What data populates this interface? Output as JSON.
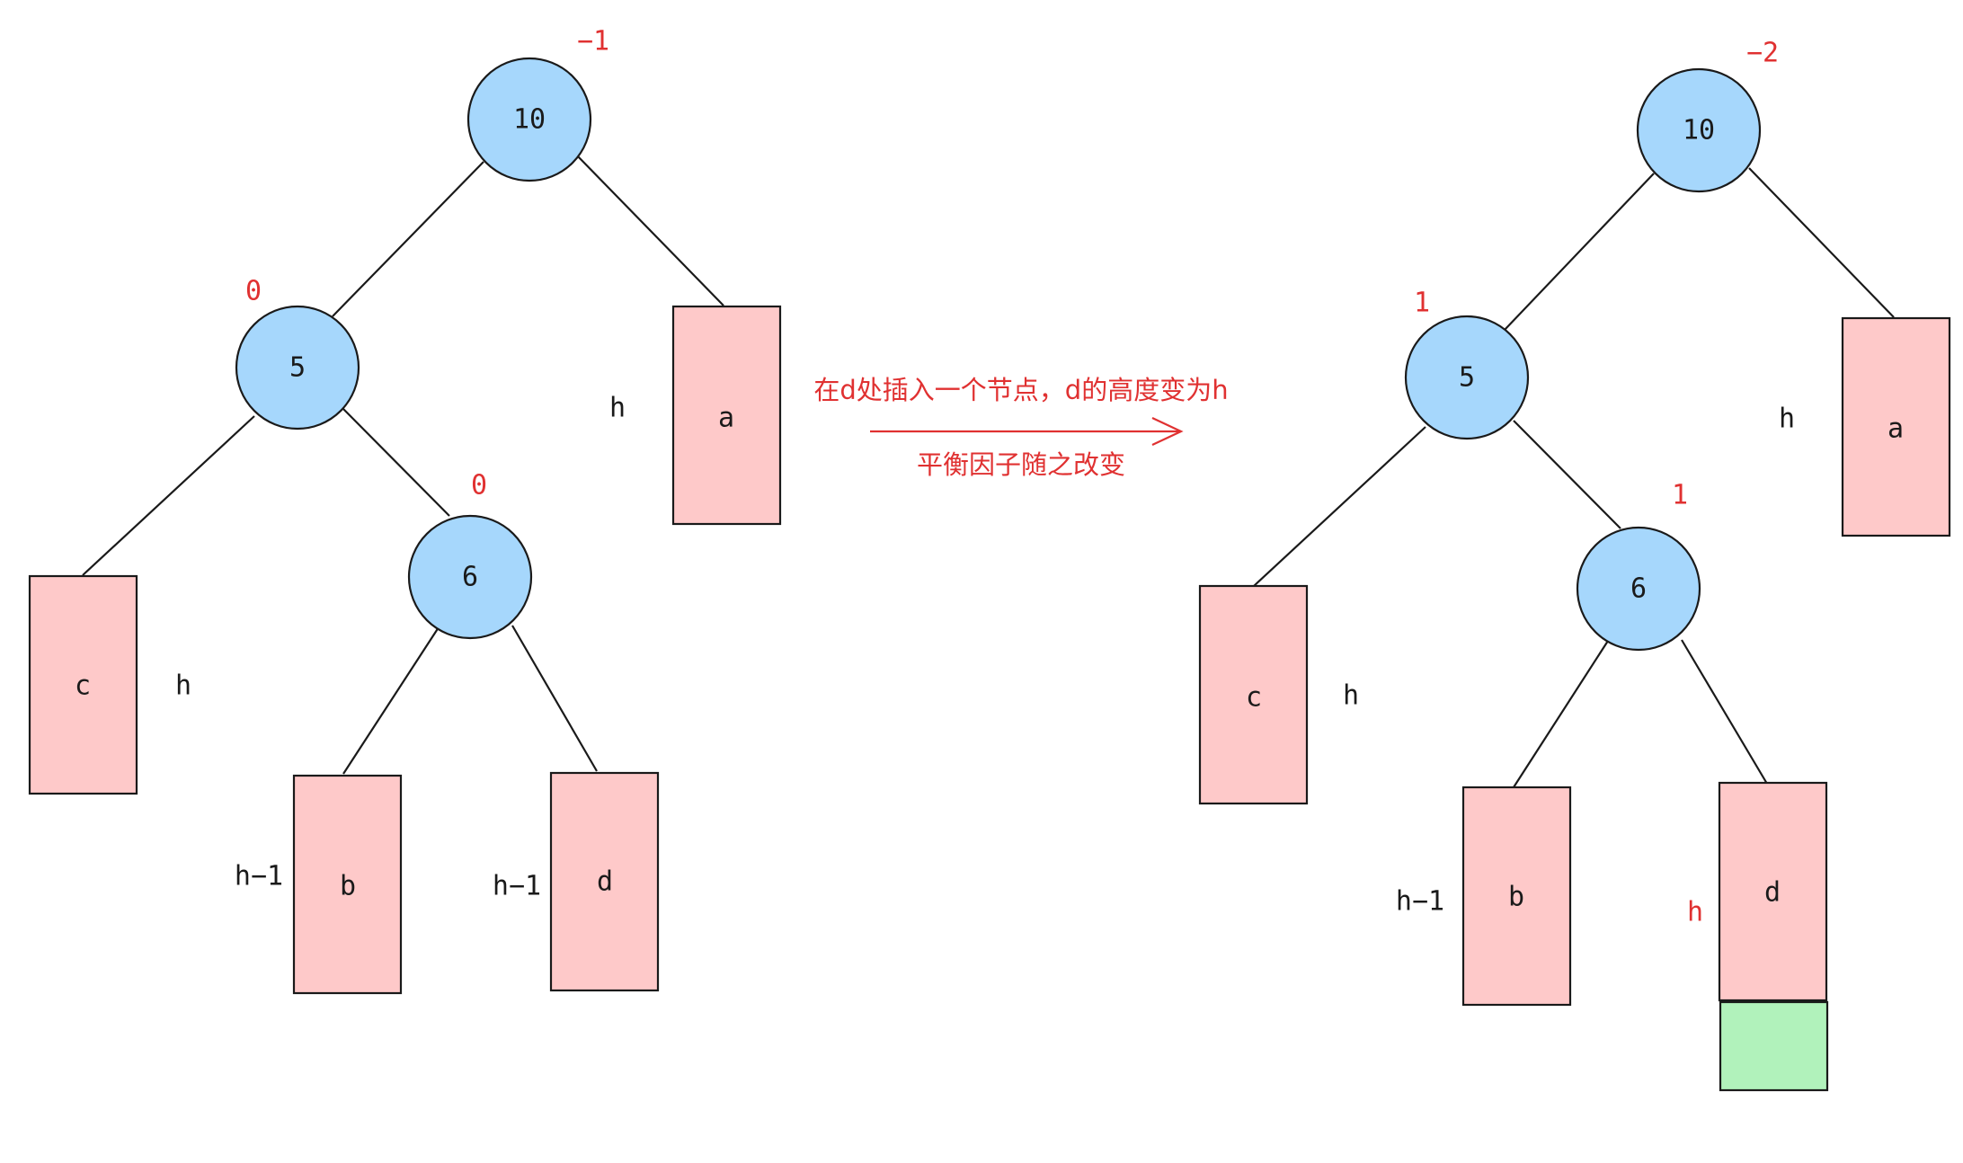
{
  "before": {
    "nodes": [
      {
        "key": "10",
        "balance": "−1"
      },
      {
        "key": "5",
        "balance": "0"
      },
      {
        "key": "6",
        "balance": "0"
      }
    ],
    "subtrees": [
      {
        "label": "a",
        "height": "h"
      },
      {
        "label": "c",
        "height": "h"
      },
      {
        "label": "b",
        "height": "h−1"
      },
      {
        "label": "d",
        "height": "h−1"
      }
    ]
  },
  "transition": {
    "caption_top": "在d处插入一个节点，d的高度变为h",
    "caption_bottom": "平衡因子随之改变"
  },
  "after": {
    "nodes": [
      {
        "key": "10",
        "balance": "−2"
      },
      {
        "key": "5",
        "balance": "1"
      },
      {
        "key": "6",
        "balance": "1"
      }
    ],
    "subtrees": [
      {
        "label": "a",
        "height": "h"
      },
      {
        "label": "c",
        "height": "h"
      },
      {
        "label": "b",
        "height": "h−1"
      },
      {
        "label": "d",
        "height": "h"
      }
    ],
    "new_node_color": "#b1f2bb"
  },
  "colors": {
    "node_fill": "#a6d7fc",
    "subtree_fill": "#fec9c9",
    "new_node_fill": "#b1f2bb",
    "accent": "#e03131",
    "stroke": "#1a1a1a"
  }
}
